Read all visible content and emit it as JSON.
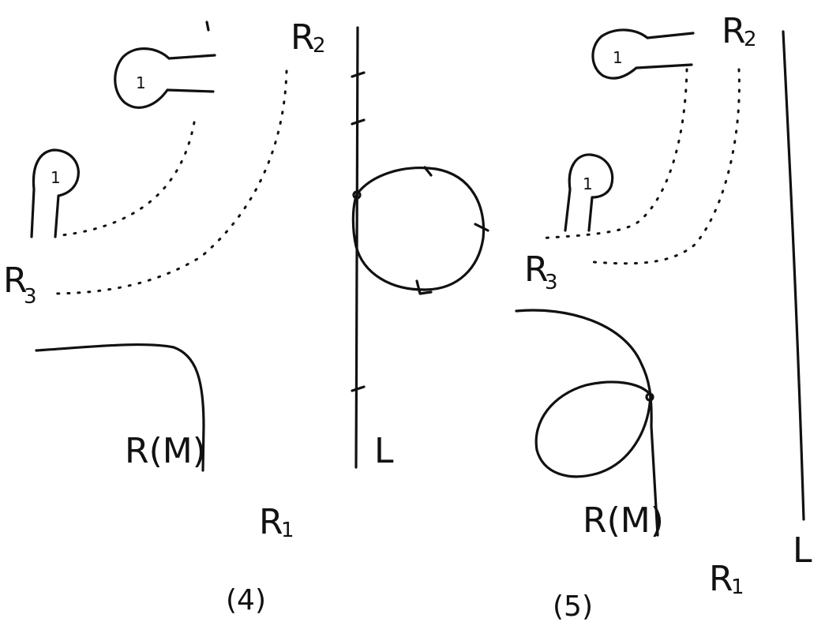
{
  "panels": [
    {
      "caption": "(4)",
      "labels": {
        "r2": "R",
        "r2_sub": "2",
        "r3": "R",
        "r3_sub": "3",
        "r1": "R",
        "r1_sub": "1",
        "rm": "R(M)",
        "l": "L",
        "loop_mark": "1"
      }
    },
    {
      "caption": "(5)",
      "labels": {
        "r2": "R",
        "r2_sub": "2",
        "r3": "R",
        "r3_sub": "3",
        "r1": "R",
        "r1_sub": "1",
        "rm": "R(M)",
        "l": "L",
        "loop_mark": "1"
      }
    }
  ],
  "colors": {
    "ink": "#111111",
    "paper": "#ffffff"
  }
}
